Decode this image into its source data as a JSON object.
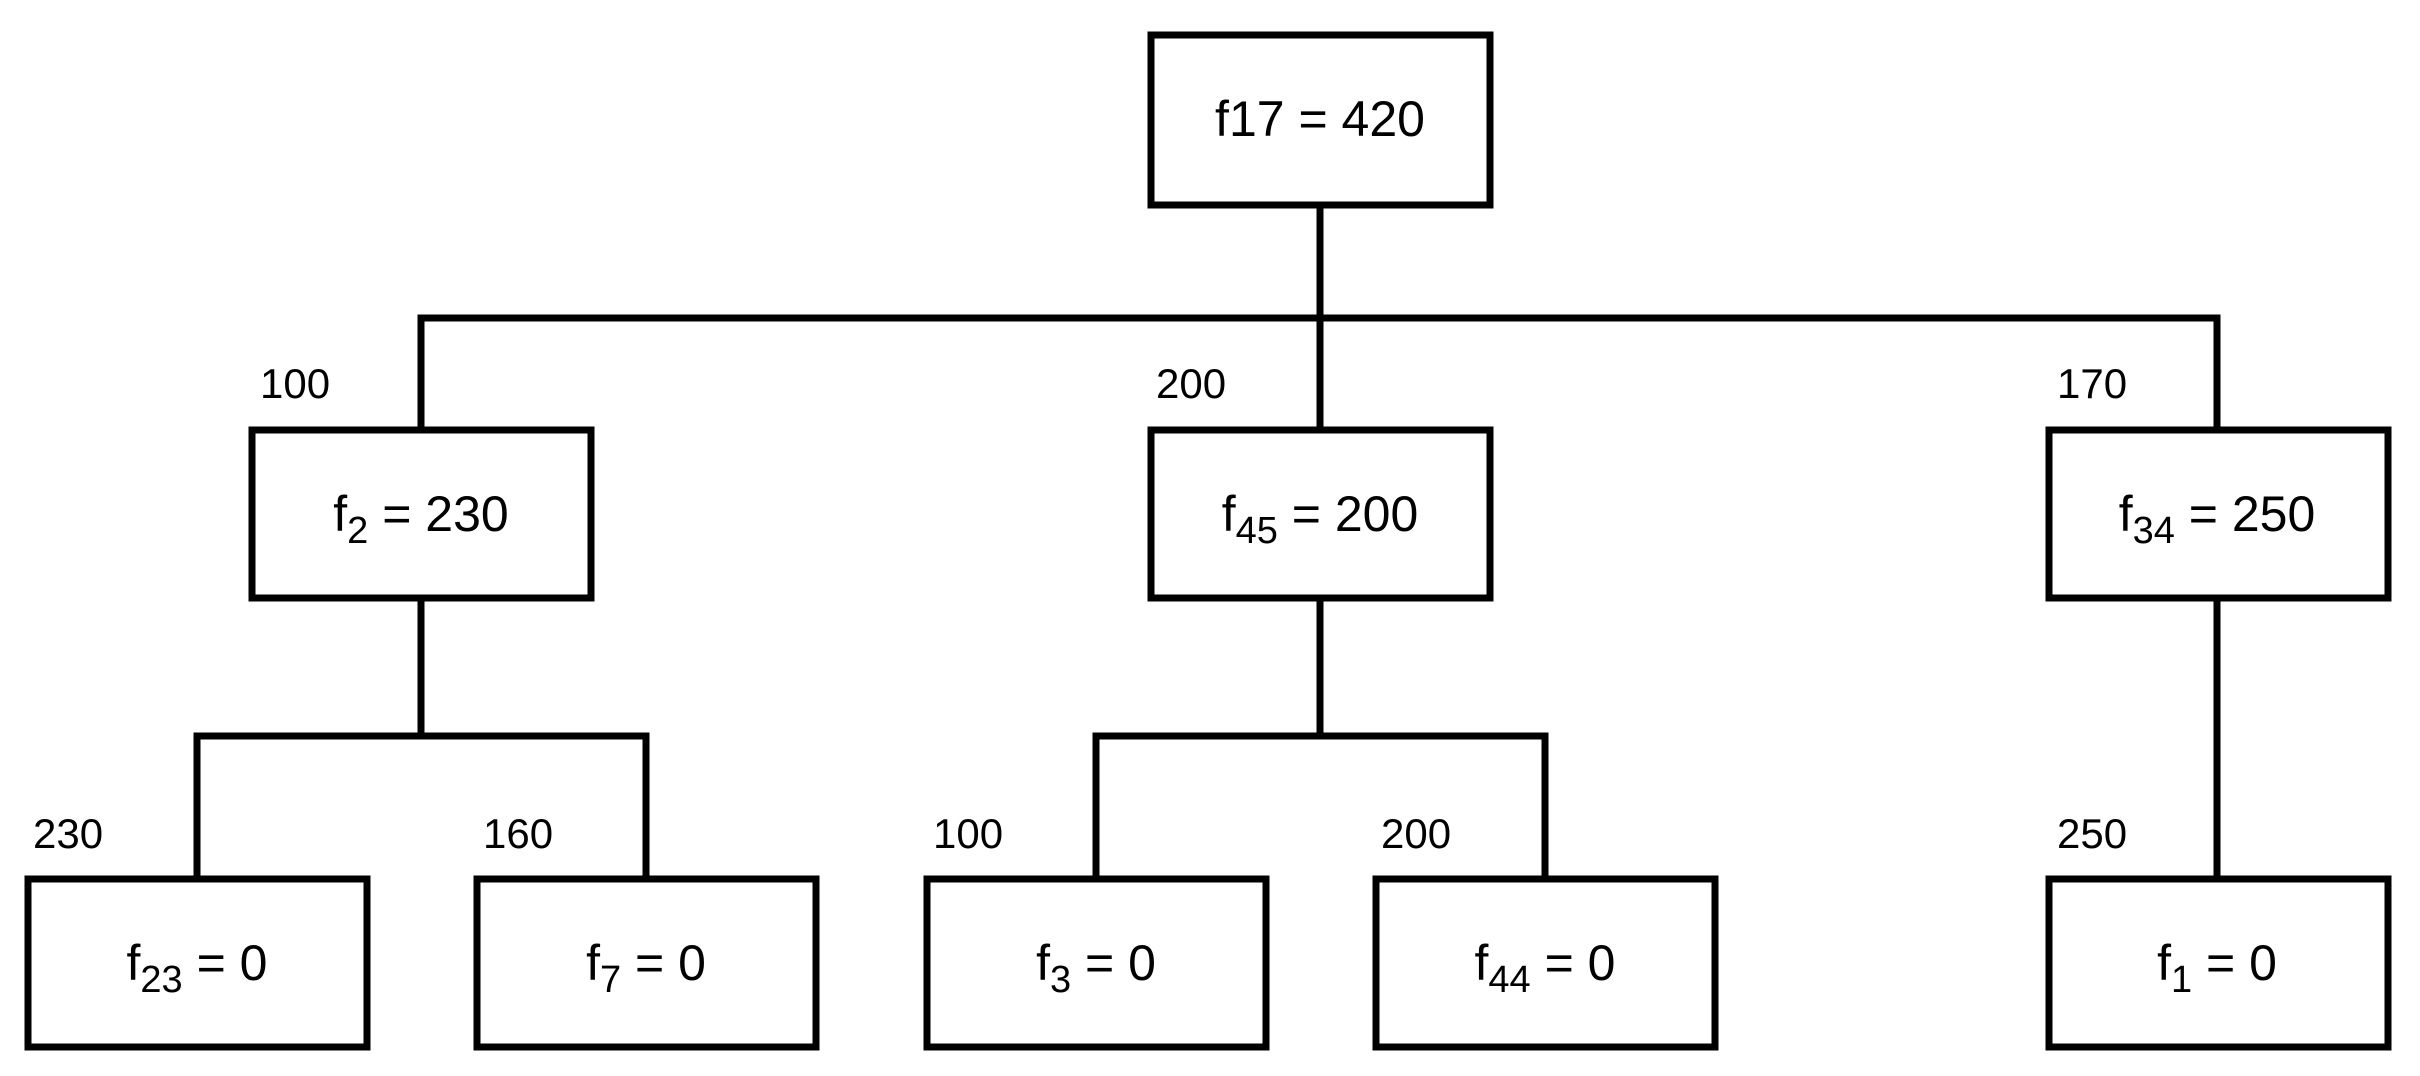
{
  "diagram": {
    "nodes": {
      "root": {
        "name": "f",
        "sub": "",
        "suffix": "17 = 420"
      },
      "a": {
        "name": "f",
        "sub": "2",
        "suffix": " = 230"
      },
      "b": {
        "name": "f",
        "sub": "45",
        "suffix": " = 200"
      },
      "c": {
        "name": "f",
        "sub": "34",
        "suffix": " = 250"
      },
      "a1": {
        "name": "f",
        "sub": "23",
        "suffix": " = 0"
      },
      "a2": {
        "name": "f",
        "sub": "7",
        "suffix": " = 0"
      },
      "b1": {
        "name": "f",
        "sub": "3",
        "suffix": " = 0"
      },
      "b2": {
        "name": "f",
        "sub": "44",
        "suffix": " = 0"
      },
      "c1": {
        "name": "f",
        "sub": "1",
        "suffix": " = 0"
      }
    },
    "edge_labels": {
      "a": "100",
      "b": "200",
      "c": "170",
      "a1": "230",
      "a2": "160",
      "b1": "100",
      "b2": "200",
      "c1": "250"
    }
  }
}
